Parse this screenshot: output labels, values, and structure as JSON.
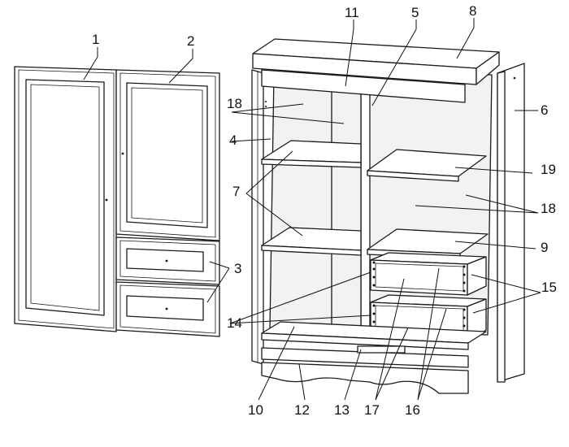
{
  "diagram": {
    "part_labels": [
      "1",
      "2",
      "3",
      "4",
      "5",
      "6",
      "7",
      "8",
      "9",
      "10",
      "11",
      "12",
      "13",
      "14",
      "15",
      "16",
      "17",
      "18",
      "18",
      "19"
    ]
  }
}
